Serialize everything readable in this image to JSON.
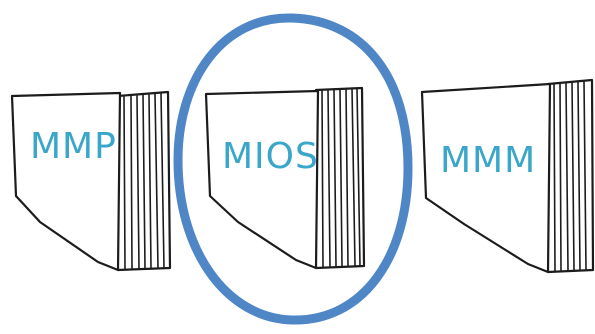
{
  "colors": {
    "ink": "#1c1c1c",
    "label_ink": "#3aa6c9",
    "highlight": "#4f86c6",
    "background": "#ffffff"
  },
  "books": [
    {
      "label": "MMP",
      "selected": false
    },
    {
      "label": "MIOS",
      "selected": true
    },
    {
      "label": "MMM",
      "selected": false
    }
  ],
  "highlight_shape": "ellipse-circle"
}
